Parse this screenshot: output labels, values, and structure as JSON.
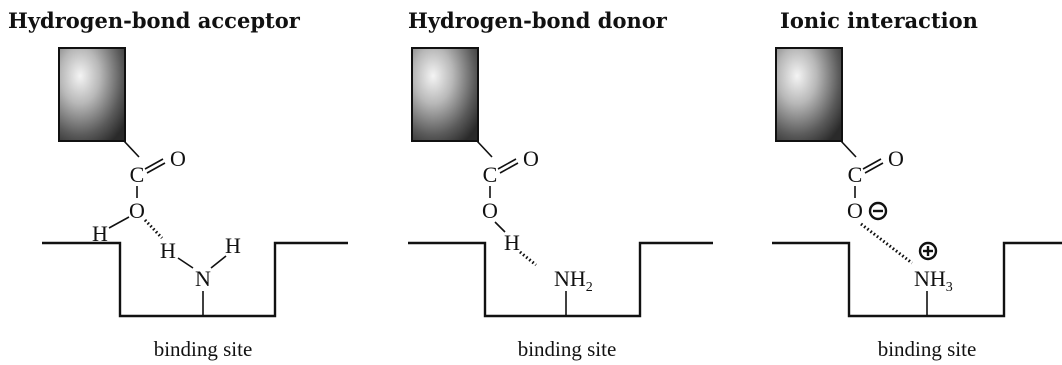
{
  "panels": [
    {
      "title": "Hydrogen-bond acceptor",
      "caption": "binding site",
      "atoms": {
        "carbon": "C",
        "carbonyl_oxygen": "O",
        "hydroxyl_oxygen": "O",
        "acid_hydrogen": "H",
        "amine_nitrogen": "N",
        "amine_hydrogen_left": "H",
        "amine_hydrogen_right": "H"
      }
    },
    {
      "title": "Hydrogen-bond donor",
      "caption": "binding site",
      "atoms": {
        "carbon": "C",
        "carbonyl_oxygen": "O",
        "hydroxyl_oxygen": "O",
        "acid_hydrogen": "H",
        "amine_group": "NH",
        "amine_subscript": "2"
      }
    },
    {
      "title": "Ionic interaction",
      "caption": "binding site",
      "atoms": {
        "carbon": "C",
        "carbonyl_oxygen": "O",
        "carboxylate_oxygen": "O",
        "ammonium_group": "NH",
        "ammonium_subscript": "3"
      },
      "charges": {
        "carboxylate": "negative",
        "ammonium": "positive"
      }
    }
  ]
}
